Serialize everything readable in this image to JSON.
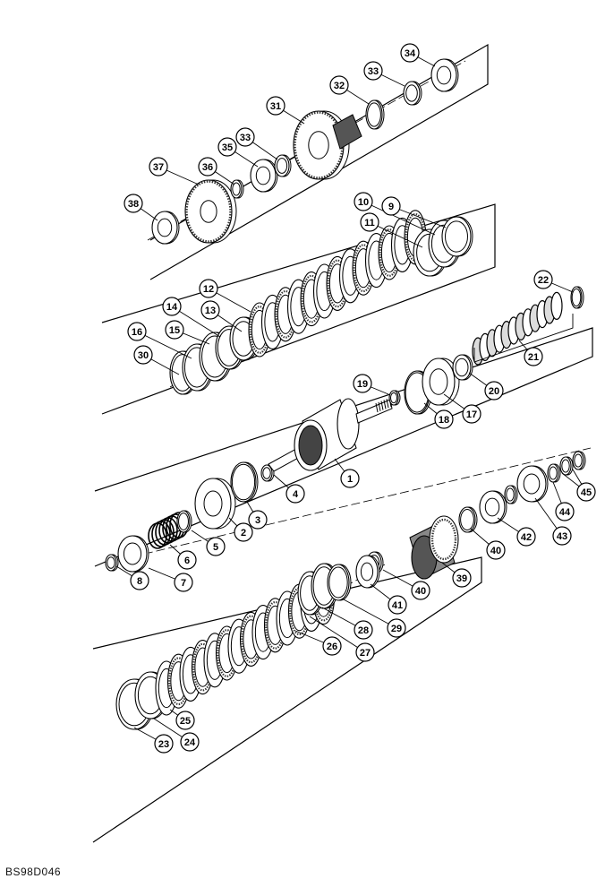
{
  "figure_code": "BS98D046",
  "colors": {
    "line": "#000000",
    "shade": "#9a9a9a",
    "dark": "#333333",
    "background": "#ffffff"
  },
  "callouts": [
    "1",
    "2",
    "3",
    "4",
    "5",
    "6",
    "7",
    "8",
    "9",
    "10",
    "11",
    "12",
    "13",
    "14",
    "15",
    "16",
    "17",
    "18",
    "19",
    "20",
    "21",
    "22",
    "23",
    "24",
    "25",
    "26",
    "27",
    "28",
    "29",
    "30",
    "31",
    "32",
    "33",
    "33",
    "34",
    "35",
    "36",
    "37",
    "38",
    "39",
    "40",
    "40",
    "41",
    "42",
    "43",
    "44",
    "45"
  ]
}
